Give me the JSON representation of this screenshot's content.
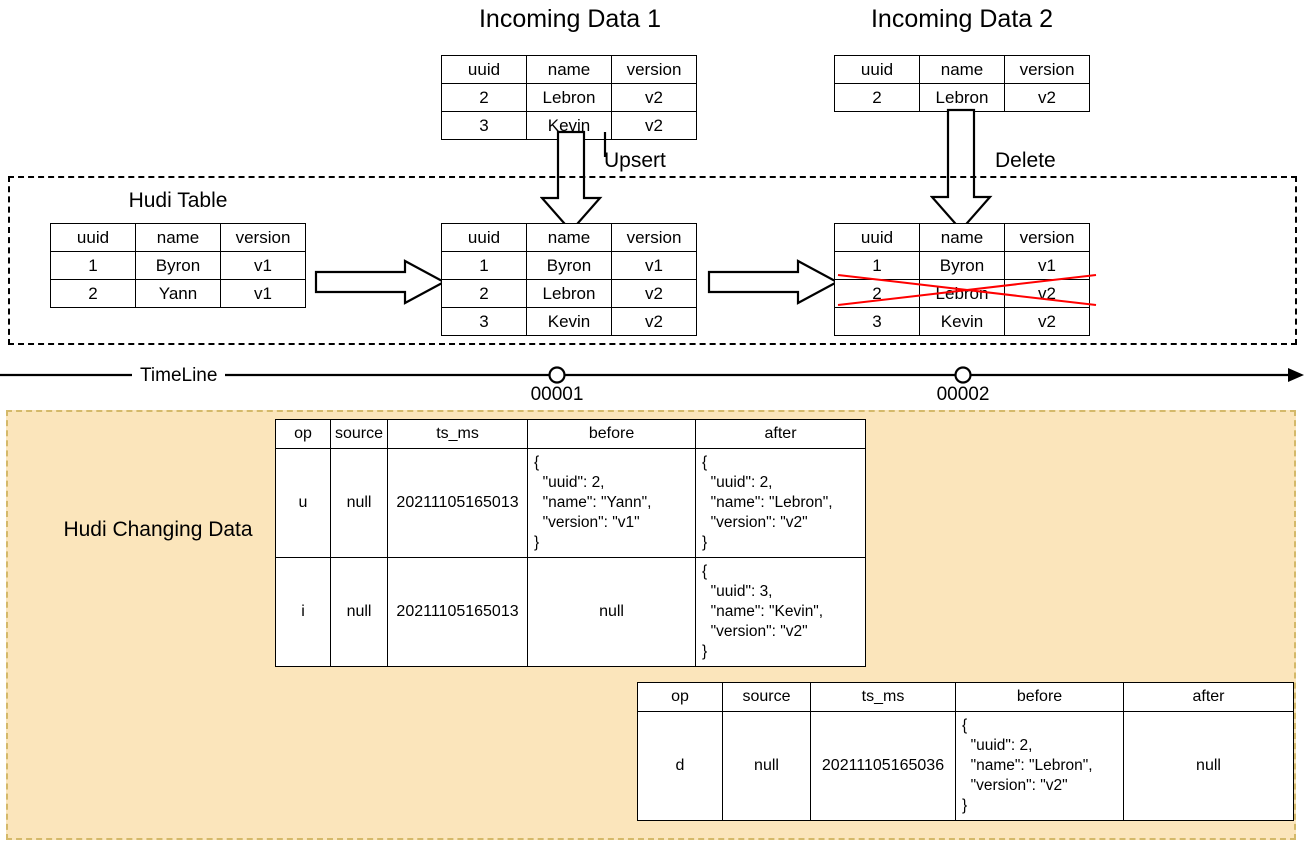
{
  "titles": {
    "incoming1": "Incoming Data 1",
    "incoming2": "Incoming Data 2",
    "hudi_table": "Hudi Table",
    "hudi_changing_data": "Hudi Changing Data",
    "timeline": "TimeLine"
  },
  "operations": {
    "upsert": "Upsert",
    "delete": "Delete"
  },
  "timeline": {
    "markers": [
      {
        "label": "00001"
      },
      {
        "label": "00002"
      }
    ]
  },
  "table_headers": {
    "uuid": "uuid",
    "name": "name",
    "version": "version"
  },
  "incoming_data_1": {
    "columns": [
      "uuid",
      "name",
      "version"
    ],
    "rows": [
      [
        "2",
        "Lebron",
        "v2"
      ],
      [
        "3",
        "Kevin",
        "v2"
      ]
    ]
  },
  "incoming_data_2": {
    "columns": [
      "uuid",
      "name",
      "version"
    ],
    "rows": [
      [
        "2",
        "Lebron",
        "v2"
      ]
    ]
  },
  "hudi_table_initial": {
    "columns": [
      "uuid",
      "name",
      "version"
    ],
    "rows": [
      [
        "1",
        "Byron",
        "v1"
      ],
      [
        "2",
        "Yann",
        "v1"
      ]
    ]
  },
  "hudi_table_after_upsert": {
    "columns": [
      "uuid",
      "name",
      "version"
    ],
    "rows": [
      [
        "1",
        "Byron",
        "v1"
      ],
      [
        "2",
        "Lebron",
        "v2"
      ],
      [
        "3",
        "Kevin",
        "v2"
      ]
    ],
    "highlight": {
      "updated_row_color": "#f4cccc",
      "inserted_row_color": "#cfe2f3"
    }
  },
  "hudi_table_after_delete": {
    "columns": [
      "uuid",
      "name",
      "version"
    ],
    "rows": [
      [
        "1",
        "Byron",
        "v1"
      ],
      [
        "2",
        "Lebron",
        "v2"
      ],
      [
        "3",
        "Kevin",
        "v2"
      ]
    ],
    "strikethrough_row_index": 1,
    "strikethrough_color": "#ff0000"
  },
  "cdc_table_1": {
    "columns": [
      "op",
      "source",
      "ts_ms",
      "before",
      "after"
    ],
    "rows": [
      {
        "op": "u",
        "source": "null",
        "ts_ms": "20211105165013",
        "before": "{\n  \"uuid\": 2,\n  \"name\": \"Yann\",\n  \"version\": \"v1\"\n}",
        "after": "{\n  \"uuid\": 2,\n  \"name\": \"Lebron\",\n  \"version\": \"v2\"\n}"
      },
      {
        "op": "i",
        "source": "null",
        "ts_ms": "20211105165013",
        "before": "null",
        "after": "{\n  \"uuid\": 3,\n  \"name\": \"Kevin\",\n  \"version\": \"v2\"\n}"
      }
    ]
  },
  "cdc_table_2": {
    "columns": [
      "op",
      "source",
      "ts_ms",
      "before",
      "after"
    ],
    "rows": [
      {
        "op": "d",
        "source": "null",
        "ts_ms": "20211105165036",
        "before": "{\n  \"uuid\": 2,\n  \"name\": \"Lebron\",\n  \"version\": \"v2\"\n}",
        "after": "null"
      }
    ]
  },
  "colors": {
    "yellow_background": "#fbe5bb",
    "yellow_border": "#d4b96a",
    "red_highlight": "#f4cccc",
    "blue_highlight": "#cfe2f3",
    "strike_red": "#ff0000",
    "line_black": "#000000"
  }
}
